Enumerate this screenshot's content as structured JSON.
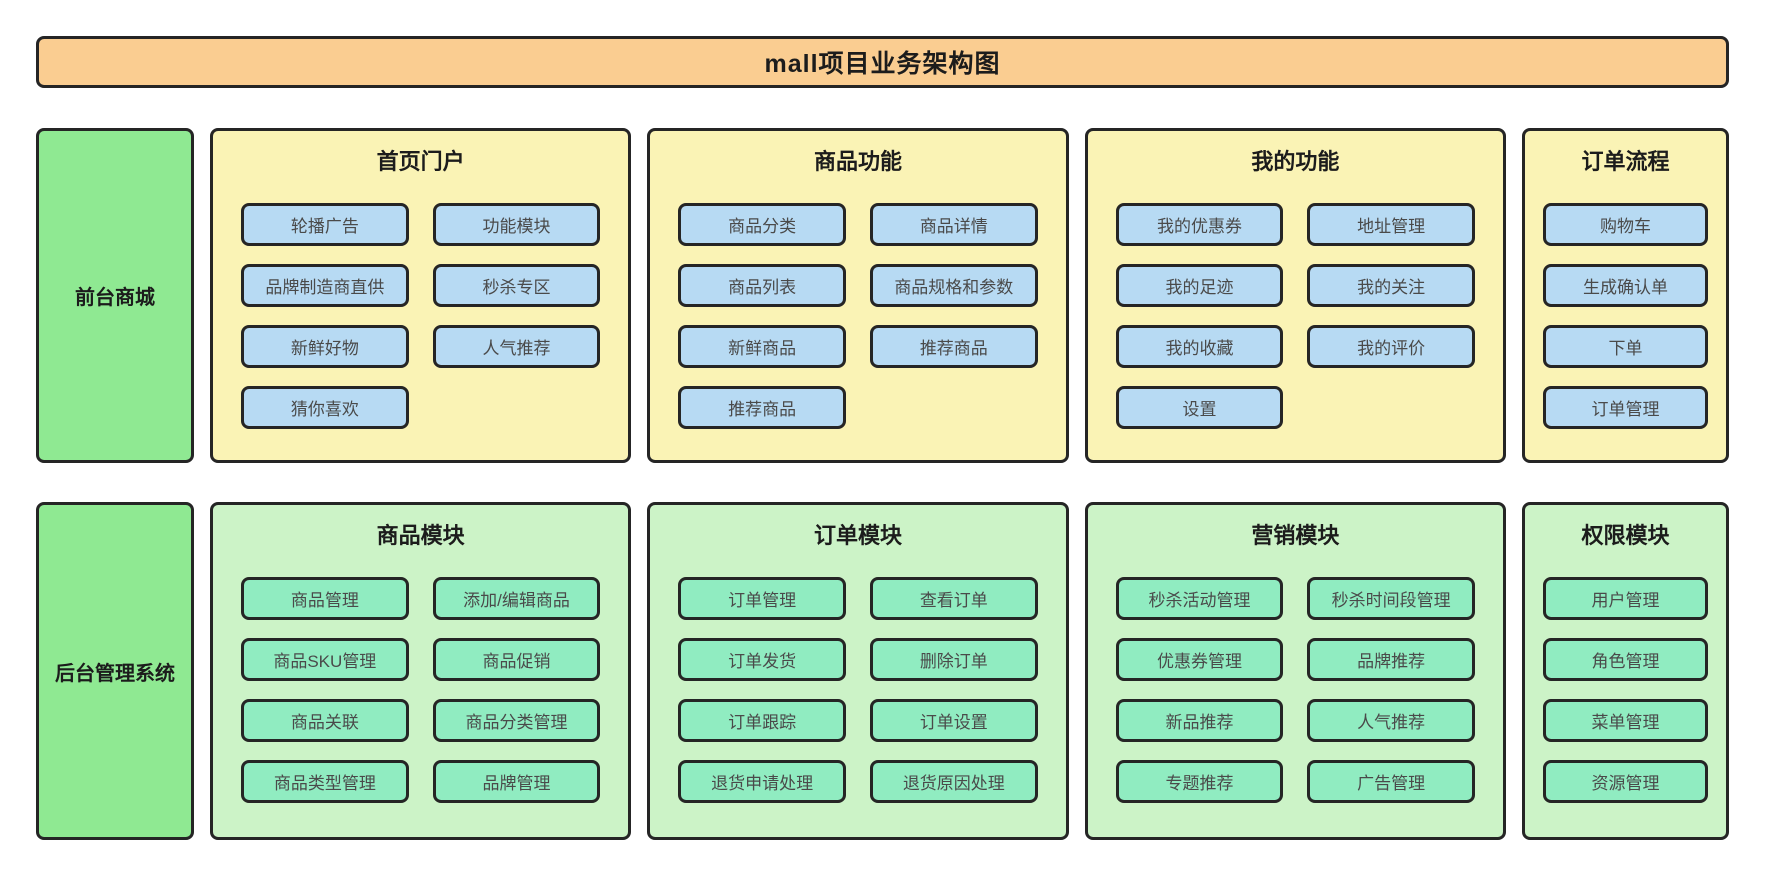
{
  "title": "mall项目业务架构图",
  "colors": {
    "title_bg": "#FACD91",
    "row_label_bg": "#8FE992",
    "front_panel_bg": "#FAF3B5",
    "front_node_bg": "#B7DAF3",
    "back_panel_bg": "#CCF3C7",
    "back_node_bg": "#90ECC1",
    "border": "#252525",
    "heading_text": "#1C1C1C",
    "node_text": "#4A4A4A"
  },
  "rows": [
    {
      "label": "前台商城",
      "sections": [
        {
          "title": "首页门户",
          "items": [
            "轮播广告",
            "功能模块",
            "品牌制造商直供",
            "秒杀专区",
            "新鲜好物",
            "人气推荐",
            "猜你喜欢"
          ]
        },
        {
          "title": "商品功能",
          "items": [
            "商品分类",
            "商品详情",
            "商品列表",
            "商品规格和参数",
            "新鲜商品",
            "推荐商品",
            "推荐商品"
          ]
        },
        {
          "title": "我的功能",
          "items": [
            "我的优惠券",
            "地址管理",
            "我的足迹",
            "我的关注",
            "我的收藏",
            "我的评价",
            "设置"
          ]
        },
        {
          "title": "订单流程",
          "items": [
            "购物车",
            "生成确认单",
            "下单",
            "订单管理"
          ]
        }
      ]
    },
    {
      "label": "后台管理系统",
      "sections": [
        {
          "title": "商品模块",
          "items": [
            "商品管理",
            "添加/编辑商品",
            "商品SKU管理",
            "商品促销",
            "商品关联",
            "商品分类管理",
            "商品类型管理",
            "品牌管理"
          ]
        },
        {
          "title": "订单模块",
          "items": [
            "订单管理",
            "查看订单",
            "订单发货",
            "删除订单",
            "订单跟踪",
            "订单设置",
            "退货申请处理",
            "退货原因处理"
          ]
        },
        {
          "title": "营销模块",
          "items": [
            "秒杀活动管理",
            "秒杀时间段管理",
            "优惠券管理",
            "品牌推荐",
            "新品推荐",
            "人气推荐",
            "专题推荐",
            "广告管理"
          ]
        },
        {
          "title": "权限模块",
          "items": [
            "用户管理",
            "角色管理",
            "菜单管理",
            "资源管理"
          ]
        }
      ]
    }
  ]
}
